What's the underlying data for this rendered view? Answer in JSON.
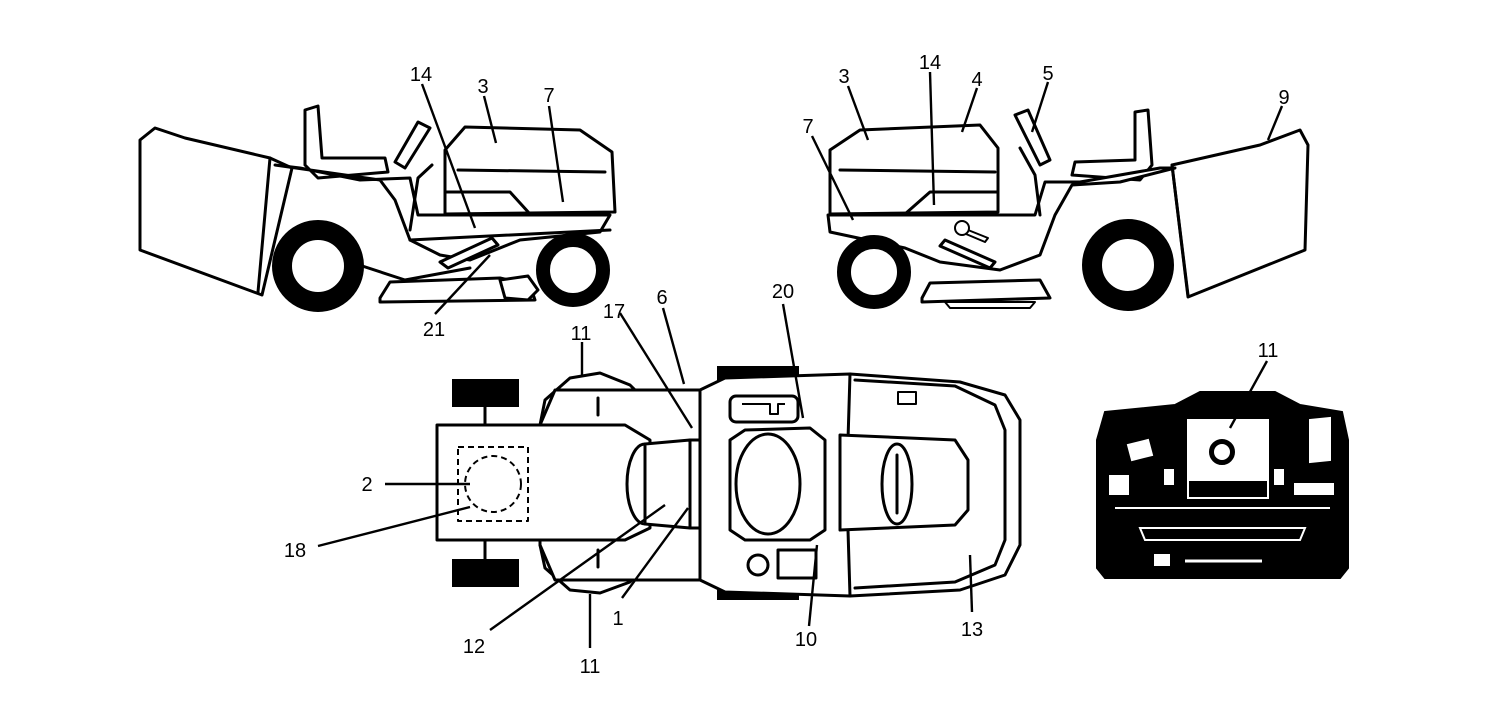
{
  "callouts": {
    "side_left": {
      "c14": "14",
      "c3": "3",
      "c7": "7",
      "c21": "21"
    },
    "side_right": {
      "c3": "3",
      "c14": "14",
      "c4": "4",
      "c5": "5",
      "c9": "9",
      "c7": "7"
    },
    "top_view": {
      "c20": "20",
      "c17": "17",
      "c6": "6",
      "c11_top": "11",
      "c2": "2",
      "c18": "18",
      "c12": "12",
      "c1": "1",
      "c11_bottom": "11",
      "c10": "10",
      "c13": "13"
    },
    "panel": {
      "c11": "11"
    }
  }
}
